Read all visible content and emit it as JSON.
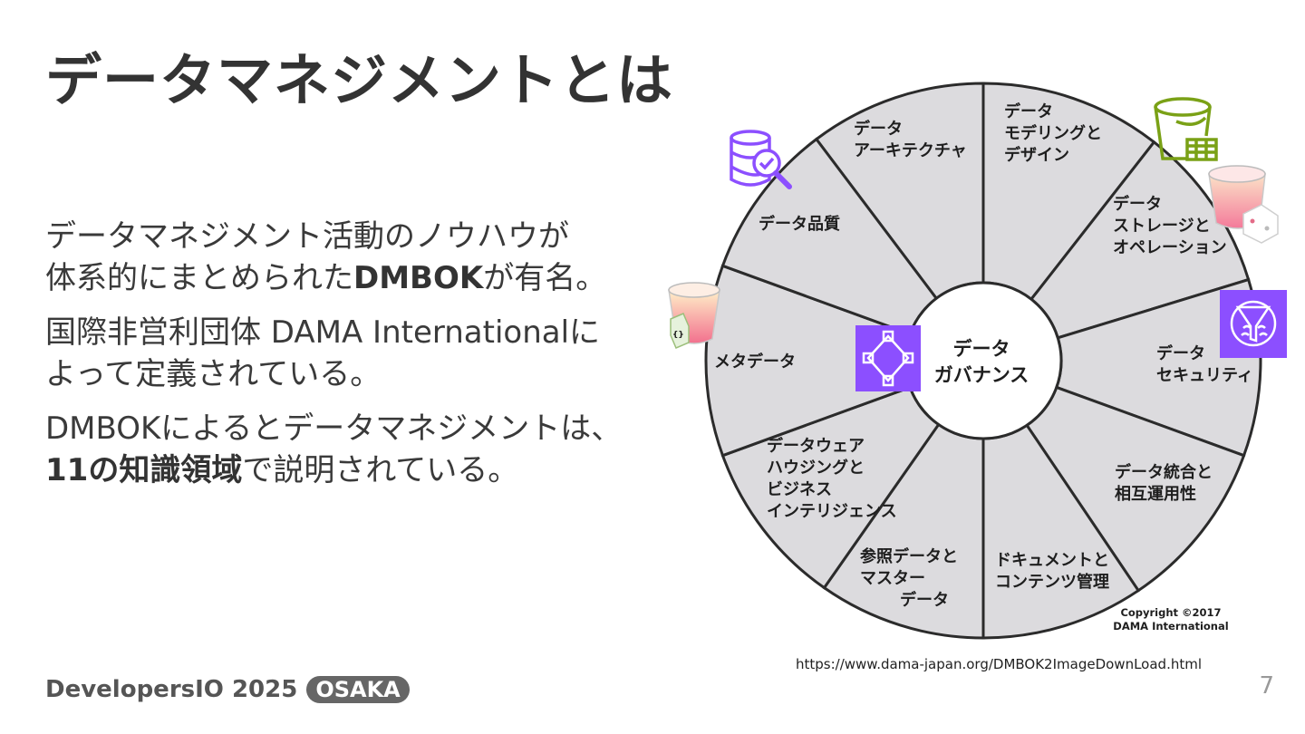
{
  "slide": {
    "title": "データマネジメントとは",
    "paragraphs": [
      {
        "lines": [
          [
            {
              "t": "データマネジメント活動のノウハウが",
              "b": false
            }
          ],
          [
            {
              "t": "体系的にまとめられた",
              "b": false
            },
            {
              "t": "DMBOK",
              "b": true
            },
            {
              "t": "が有名。",
              "b": false
            }
          ]
        ]
      },
      {
        "lines": [
          [
            {
              "t": "国際非営利団体 DAMA Internationalに",
              "b": false
            }
          ],
          [
            {
              "t": "よって定義されている。",
              "b": false
            }
          ]
        ]
      },
      {
        "lines": [
          [
            {
              "t": "DMBOKによるとデータマネジメントは、",
              "b": false
            }
          ],
          [
            {
              "t": "11の知識領域",
              "b": true
            },
            {
              "t": "で説明されている。",
              "b": false
            }
          ]
        ]
      }
    ],
    "source_url": "https://www.dama-japan.org/DMBOK2ImageDownLoad.html",
    "footer_brand": "DevelopersIO 2025",
    "footer_badge": "OSAKA",
    "page_number": "7"
  },
  "wheel": {
    "center_lines": [
      "データ",
      "ガバナンス"
    ],
    "segments": [
      {
        "id": "architecture",
        "lines": [
          "データ",
          "アーキテクチャ"
        ]
      },
      {
        "id": "modeling",
        "lines": [
          "データ",
          "モデリングと",
          "デザイン"
        ]
      },
      {
        "id": "storage",
        "lines": [
          "データ",
          "ストレージと",
          "オペレーション"
        ]
      },
      {
        "id": "security",
        "lines": [
          "データ",
          "セキュリティ"
        ]
      },
      {
        "id": "integration",
        "lines": [
          "データ統合と",
          "相互運用性"
        ]
      },
      {
        "id": "documents",
        "lines": [
          "ドキュメントと",
          "コンテンツ管理"
        ]
      },
      {
        "id": "reference",
        "lines": [
          "参照データと",
          "マスター",
          "データ"
        ]
      },
      {
        "id": "warehousing",
        "lines": [
          "データウェア",
          "ハウジングと",
          "ビジネス",
          "インテリジェンス"
        ]
      },
      {
        "id": "metadata",
        "lines": [
          "メタデータ"
        ]
      },
      {
        "id": "quality",
        "lines": [
          "データ品質"
        ]
      }
    ],
    "copyright_lines": [
      "Copyright ©2017",
      "DAMA International"
    ],
    "colors": {
      "segment_fill": "#dcdbde",
      "segment_border": "#2b2b2b",
      "purple_accent": "#8c4fff",
      "green_accent": "#7aa116",
      "pink_accent": "#f58ca0"
    },
    "icons": [
      "database-search-icon",
      "data-bucket-icon",
      "pink-bucket-icon",
      "data-filter-icon",
      "governance-icon",
      "metadata-bucket-icon"
    ]
  }
}
